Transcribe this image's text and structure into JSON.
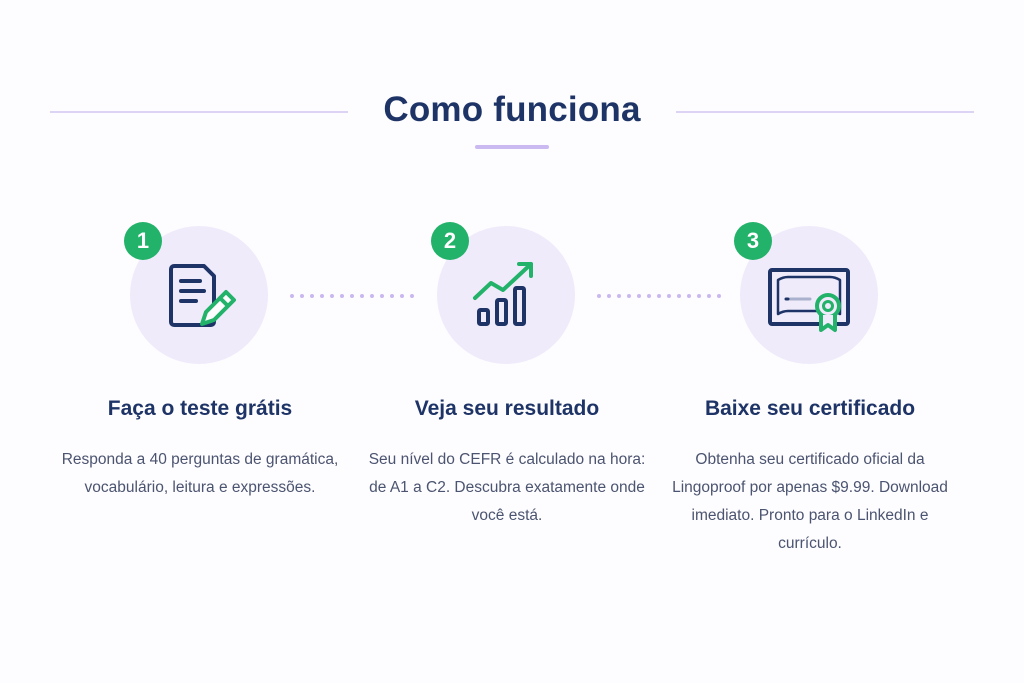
{
  "section": {
    "title": "Como funciona"
  },
  "steps": [
    {
      "number": "1",
      "icon": "document-edit-icon",
      "title": "Faça o teste grátis",
      "description": "Responda a 40 perguntas de gramática, vocabulário, leitura e expressões."
    },
    {
      "number": "2",
      "icon": "chart-growth-icon",
      "title": "Veja seu resultado",
      "description": "Seu nível do CEFR é calculado na hora: de A1 a C2. Descubra exatamente onde você está."
    },
    {
      "number": "3",
      "icon": "certificate-icon",
      "title": "Baixe seu certificado",
      "description": "Obtenha seu certificado oficial da Lingoproof por apenas $9.99. Download imediato. Pronto para o LinkedIn e currículo."
    }
  ],
  "colors": {
    "accent_green": "#22b269",
    "navy": "#1e3467",
    "lavender": "#efebfb",
    "divider": "#ddd3f4"
  }
}
